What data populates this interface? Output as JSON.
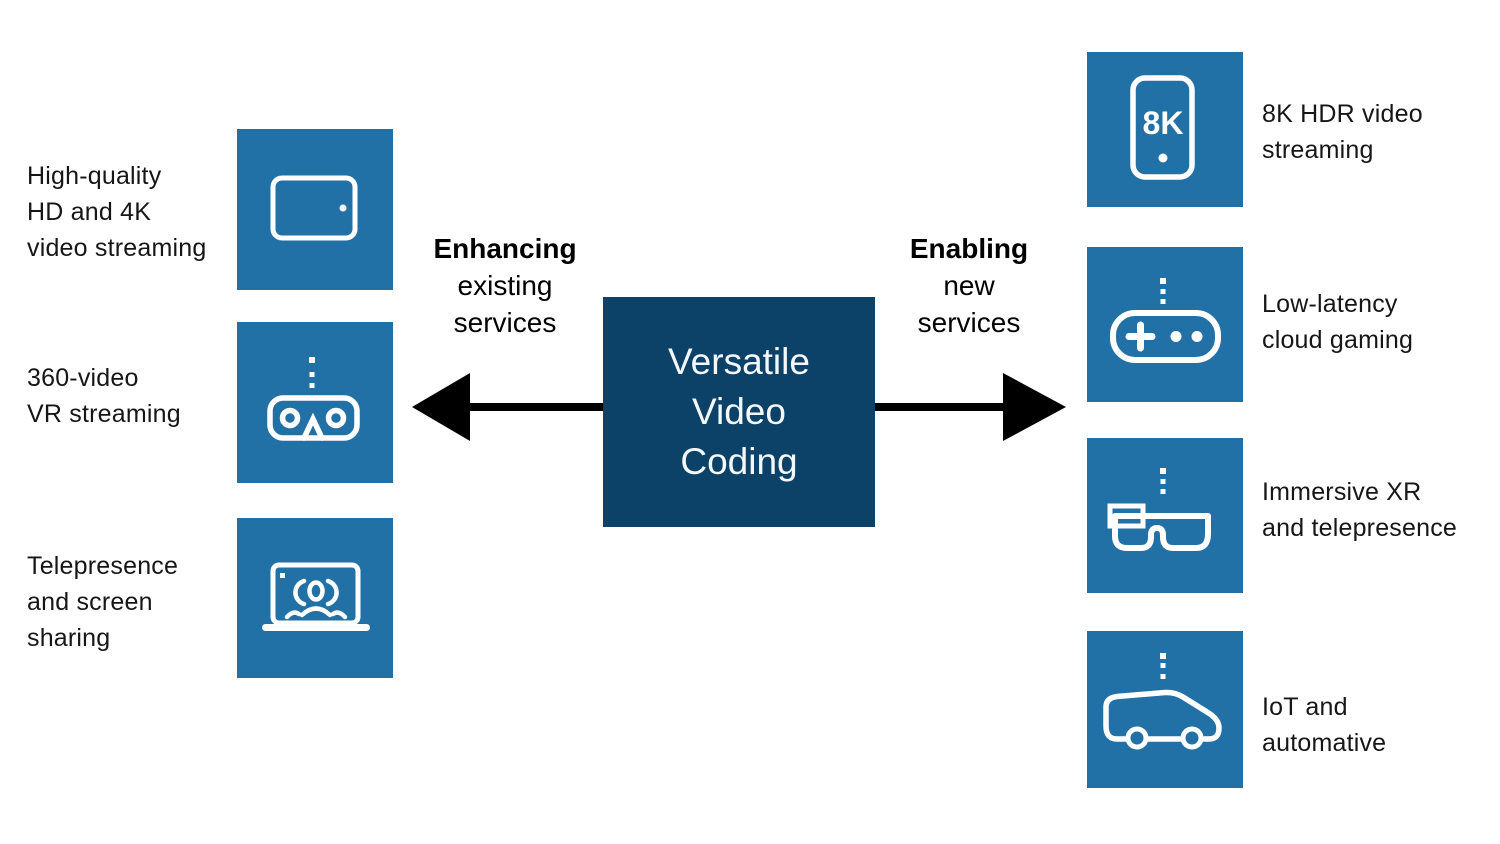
{
  "diagram": {
    "center": {
      "title_lines": [
        "Versatile",
        "Video",
        "Coding"
      ]
    },
    "left_branch": {
      "label_bold": "Enhancing",
      "label_line2": "existing",
      "label_line3": "services"
    },
    "right_branch": {
      "label_bold": "Enabling",
      "label_line2": "new",
      "label_line3": "services"
    },
    "left_items": [
      {
        "icon": "tablet-icon",
        "line1": "High-quality",
        "line2": "HD and 4K",
        "line3": "video streaming"
      },
      {
        "icon": "vr-headset-icon",
        "line1": "360-video",
        "line2": "VR streaming"
      },
      {
        "icon": "laptop-telepresence-icon",
        "line1": "Telepresence",
        "line2": "and screen",
        "line3": "sharing"
      }
    ],
    "right_items": [
      {
        "icon": "phone-8k-icon",
        "badge": "8K",
        "line1": "8K HDR video",
        "line2": "streaming"
      },
      {
        "icon": "game-controller-icon",
        "line1": "Low-latency",
        "line2": "cloud gaming"
      },
      {
        "icon": "xr-glasses-icon",
        "line1": "Immersive XR",
        "line2": "and telepresence"
      },
      {
        "icon": "car-icon",
        "line1": "IoT and",
        "line2": "automative"
      }
    ],
    "colors": {
      "tile_blue": "#2171A7",
      "center_navy": "#0C4168",
      "arrow_black": "#000000",
      "text_black": "#161616",
      "icon_white": "#FFFFFF"
    }
  }
}
